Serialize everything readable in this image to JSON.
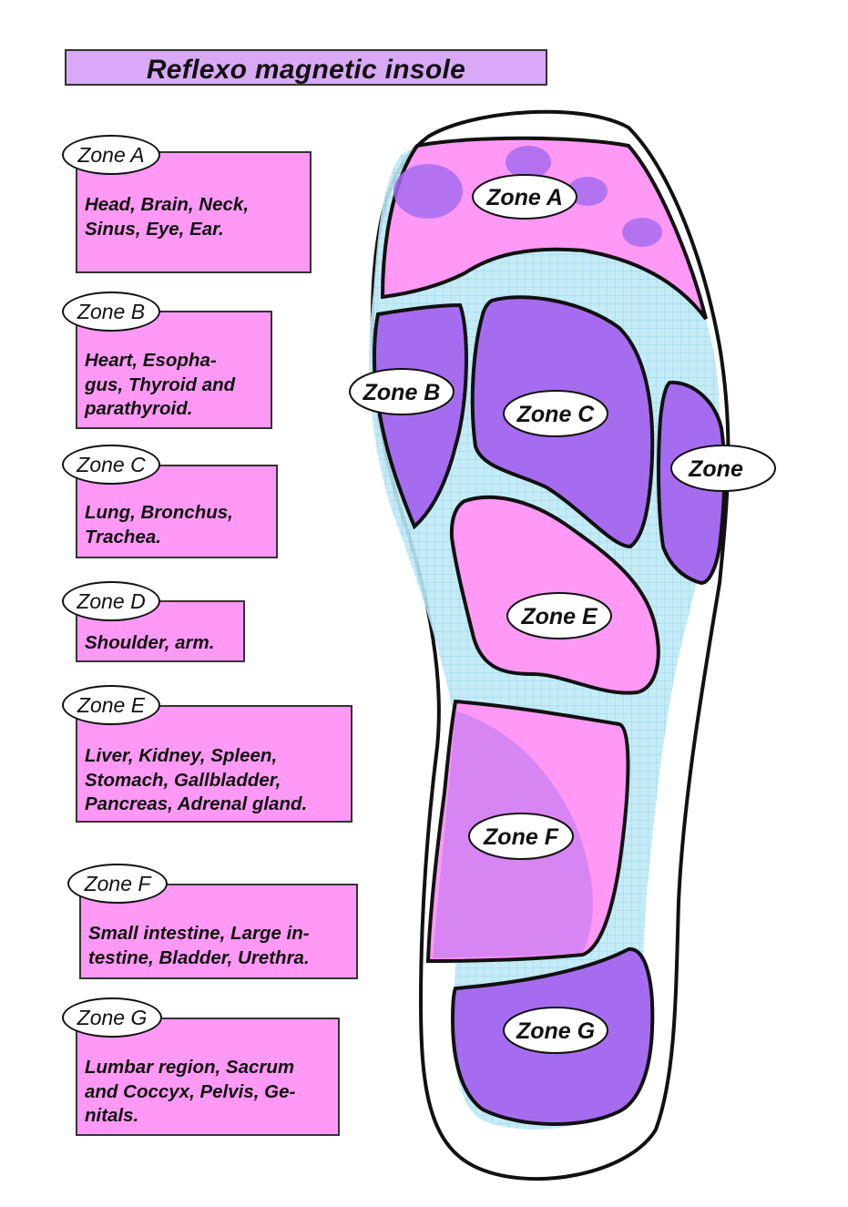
{
  "title": "Reflexo magnetic insole",
  "colors": {
    "title_bg": "#d9a9f7",
    "box_bg": "#ff99f5",
    "zone_purple": "#a66cf0",
    "zone_pink": "#ff99f5",
    "foot_blue": "#7fd3ec"
  },
  "zones": [
    {
      "label": "Zone A",
      "lines": [
        "Head, Brain, Neck,",
        "Sinus, Eye, Ear."
      ]
    },
    {
      "label": "Zone B",
      "lines": [
        "Heart, Esopha-",
        "gus, Thyroid and",
        "parathyroid."
      ]
    },
    {
      "label": "Zone C",
      "lines": [
        "Lung, Bronchus,",
        "Trachea."
      ]
    },
    {
      "label": "Zone D",
      "lines": [
        "Shoulder, arm."
      ]
    },
    {
      "label": "Zone E",
      "lines": [
        "Liver, Kidney, Spleen,",
        "Stomach, Gallbladder,",
        "Pancreas, Adrenal gland."
      ]
    },
    {
      "label": "Zone F",
      "lines": [
        "Small intestine, Large in-",
        "testine, Bladder, Urethra."
      ]
    },
    {
      "label": "Zone G",
      "lines": [
        "Lumbar region, Sacrum",
        "and Coccyx, Pelvis, Ge-",
        "nitals."
      ]
    }
  ],
  "sole_labels": {
    "a": "Zone A",
    "b": "Zone B",
    "c": "Zone C",
    "d": "Zone",
    "e": "Zone E",
    "f": "Zone F",
    "g": "Zone G"
  }
}
